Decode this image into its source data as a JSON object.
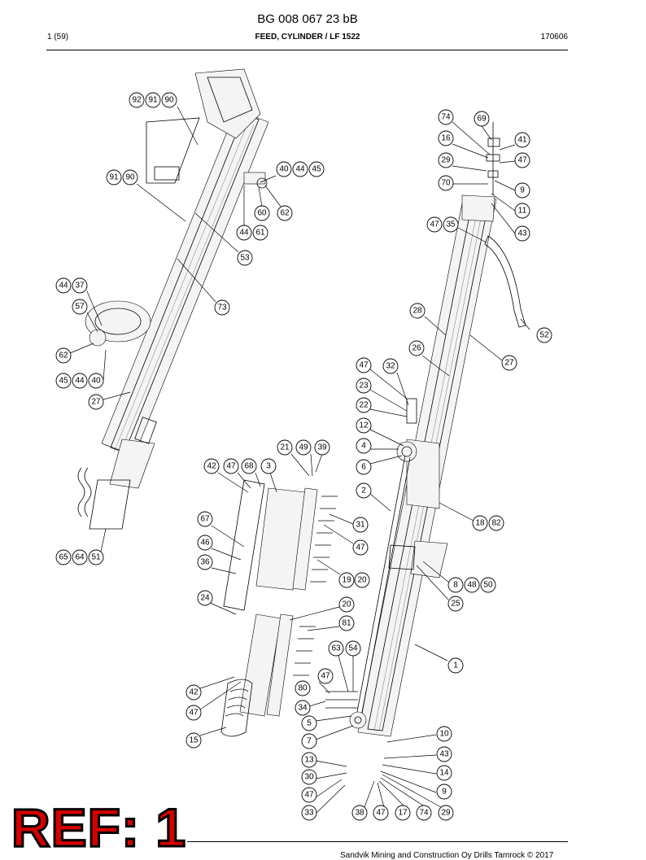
{
  "header": {
    "document_number": "BG 008 067 23 bB",
    "page_index": "1 (59)",
    "title": "FEED, CYLINDER / LF 1522",
    "date_code": "170606"
  },
  "footer": {
    "copyright": "Sandvik Mining and Construction Oy Drills Tamrock © 2017"
  },
  "stamp": {
    "label": "REF: 1",
    "color": "#d40000"
  },
  "callouts": [
    "92",
    "91",
    "90",
    "74",
    "69",
    "16",
    "41",
    "29",
    "47",
    "40",
    "44",
    "45",
    "91",
    "90",
    "70",
    "9",
    "60",
    "62",
    "11",
    "44",
    "61",
    "47",
    "35",
    "43",
    "53",
    "44",
    "37",
    "57",
    "73",
    "28",
    "52",
    "62",
    "26",
    "27",
    "45",
    "44",
    "40",
    "47",
    "32",
    "23",
    "27",
    "22",
    "12",
    "21",
    "49",
    "39",
    "4",
    "42",
    "47",
    "68",
    "3",
    "6",
    "2",
    "18",
    "82",
    "67",
    "31",
    "47",
    "46",
    "36",
    "19",
    "20",
    "65",
    "64",
    "51",
    "8",
    "48",
    "50",
    "24",
    "20",
    "25",
    "81",
    "63",
    "54",
    "1",
    "47",
    "42",
    "80",
    "34",
    "47",
    "15",
    "5",
    "10",
    "7",
    "43",
    "13",
    "14",
    "30",
    "47",
    "9",
    "33",
    "38",
    "47",
    "17",
    "74",
    "29"
  ]
}
